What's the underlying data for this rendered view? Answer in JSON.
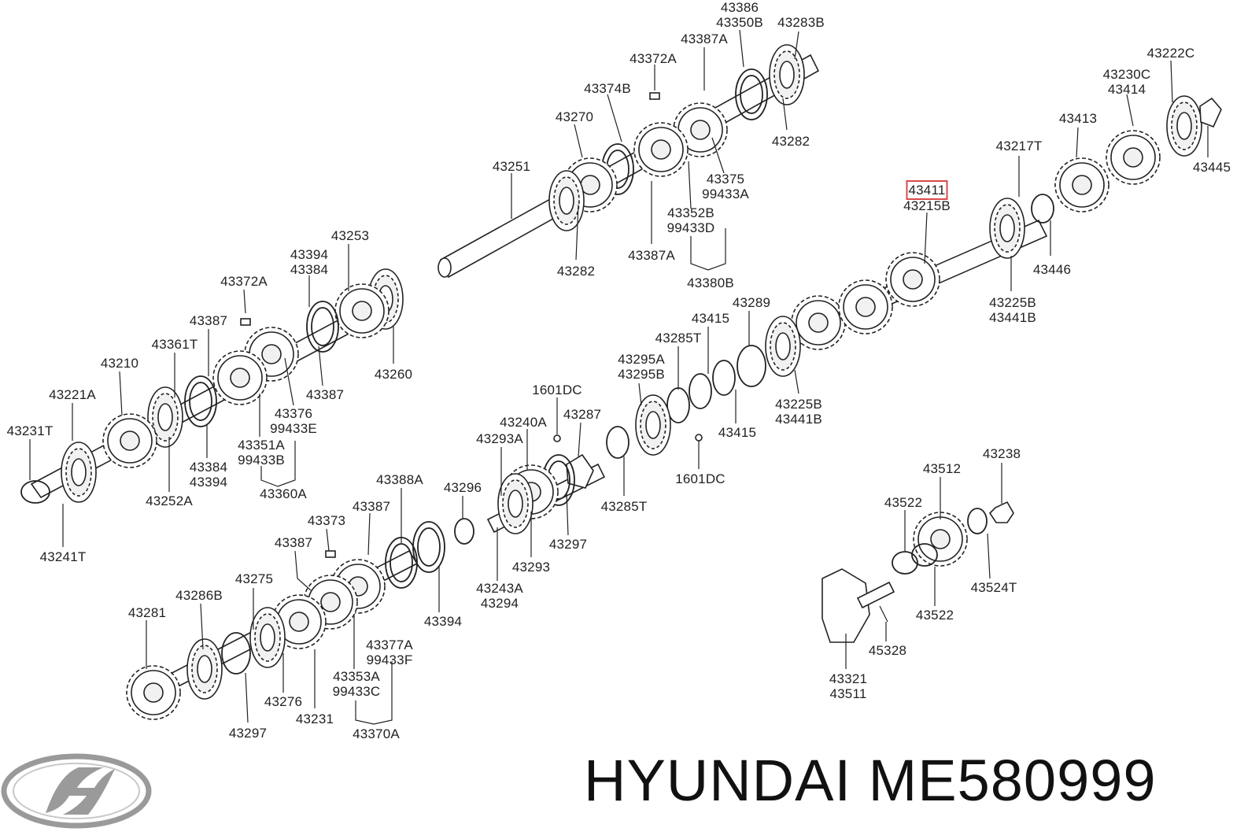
{
  "brand": "HYUNDAI",
  "part_number": "ME580999",
  "logo_icon": "hyundai-logo-icon",
  "highlight_color": "#d94a4a",
  "labels": [
    {
      "id": "l01",
      "lines": [
        "43386",
        "43350B"
      ]
    },
    {
      "id": "l02",
      "lines": [
        "43283B"
      ]
    },
    {
      "id": "l03",
      "lines": [
        "43387A"
      ]
    },
    {
      "id": "l04",
      "lines": [
        "43372A"
      ]
    },
    {
      "id": "l05",
      "lines": [
        "43374B"
      ]
    },
    {
      "id": "l06",
      "lines": [
        "43270"
      ]
    },
    {
      "id": "l07",
      "lines": [
        "43251"
      ]
    },
    {
      "id": "l08",
      "lines": [
        "43282"
      ]
    },
    {
      "id": "l09",
      "lines": [
        "43375",
        "99433A"
      ]
    },
    {
      "id": "l10",
      "lines": [
        "43352B",
        "99433D"
      ]
    },
    {
      "id": "l11",
      "lines": [
        "43387A"
      ]
    },
    {
      "id": "l12",
      "lines": [
        "43282"
      ]
    },
    {
      "id": "l13",
      "lines": [
        "43380B"
      ]
    },
    {
      "id": "l14",
      "lines": [
        "43222C"
      ]
    },
    {
      "id": "l15",
      "lines": [
        "43230C",
        "43414"
      ]
    },
    {
      "id": "l16",
      "lines": [
        "43413"
      ]
    },
    {
      "id": "l17",
      "lines": [
        "43445"
      ]
    },
    {
      "id": "l18",
      "lines": [
        "43217T"
      ]
    },
    {
      "id": "l19",
      "lines": [
        "43411"
      ],
      "highlight": true
    },
    {
      "id": "l20",
      "lines": [
        "43215B"
      ]
    },
    {
      "id": "l21",
      "lines": [
        "43446"
      ]
    },
    {
      "id": "l22",
      "lines": [
        "43225B",
        "43441B"
      ]
    },
    {
      "id": "l23",
      "lines": [
        "43253"
      ]
    },
    {
      "id": "l24",
      "lines": [
        "43394",
        "43384"
      ]
    },
    {
      "id": "l25",
      "lines": [
        "43372A"
      ]
    },
    {
      "id": "l26",
      "lines": [
        "43387"
      ]
    },
    {
      "id": "l27",
      "lines": [
        "43361T"
      ]
    },
    {
      "id": "l28",
      "lines": [
        "43210"
      ]
    },
    {
      "id": "l29",
      "lines": [
        "43221A"
      ]
    },
    {
      "id": "l30",
      "lines": [
        "43231T"
      ]
    },
    {
      "id": "l31",
      "lines": [
        "43241T"
      ]
    },
    {
      "id": "l32",
      "lines": [
        "43252A"
      ]
    },
    {
      "id": "l33",
      "lines": [
        "43384",
        "43394"
      ]
    },
    {
      "id": "l34",
      "lines": [
        "43351A",
        "99433B"
      ]
    },
    {
      "id": "l35",
      "lines": [
        "43360A"
      ]
    },
    {
      "id": "l36",
      "lines": [
        "43376",
        "99433E"
      ]
    },
    {
      "id": "l37",
      "lines": [
        "43387"
      ]
    },
    {
      "id": "l38",
      "lines": [
        "43260"
      ]
    },
    {
      "id": "l39",
      "lines": [
        "43289"
      ]
    },
    {
      "id": "l40",
      "lines": [
        "43415"
      ]
    },
    {
      "id": "l41",
      "lines": [
        "43285T"
      ]
    },
    {
      "id": "l42",
      "lines": [
        "43295A",
        "43295B"
      ]
    },
    {
      "id": "l43",
      "lines": [
        "43225B",
        "43441B"
      ]
    },
    {
      "id": "l44",
      "lines": [
        "43415"
      ]
    },
    {
      "id": "l45",
      "lines": [
        "1601DC"
      ]
    },
    {
      "id": "l46",
      "lines": [
        "43287"
      ]
    },
    {
      "id": "l47",
      "lines": [
        "43240A"
      ]
    },
    {
      "id": "l48",
      "lines": [
        "43293A"
      ]
    },
    {
      "id": "l49",
      "lines": [
        "1601DC"
      ]
    },
    {
      "id": "l50",
      "lines": [
        "43285T"
      ]
    },
    {
      "id": "l51",
      "lines": [
        "43296"
      ]
    },
    {
      "id": "l52",
      "lines": [
        "43297"
      ]
    },
    {
      "id": "l53",
      "lines": [
        "43293"
      ]
    },
    {
      "id": "l54",
      "lines": [
        "43243A",
        "43294"
      ]
    },
    {
      "id": "l55",
      "lines": [
        "43388A"
      ]
    },
    {
      "id": "l56",
      "lines": [
        "43387"
      ]
    },
    {
      "id": "l57",
      "lines": [
        "43373"
      ]
    },
    {
      "id": "l58",
      "lines": [
        "43387"
      ]
    },
    {
      "id": "l59",
      "lines": [
        "43275"
      ]
    },
    {
      "id": "l60",
      "lines": [
        "43286B"
      ]
    },
    {
      "id": "l61",
      "lines": [
        "43281"
      ]
    },
    {
      "id": "l62",
      "lines": [
        "43276"
      ]
    },
    {
      "id": "l63",
      "lines": [
        "43297"
      ]
    },
    {
      "id": "l64",
      "lines": [
        "43231"
      ]
    },
    {
      "id": "l65",
      "lines": [
        "43353A",
        "99433C"
      ]
    },
    {
      "id": "l66",
      "lines": [
        "43377A",
        "99433F"
      ]
    },
    {
      "id": "l67",
      "lines": [
        "43370A"
      ]
    },
    {
      "id": "l68",
      "lines": [
        "43394"
      ]
    },
    {
      "id": "l69",
      "lines": [
        "43238"
      ]
    },
    {
      "id": "l70",
      "lines": [
        "43512"
      ]
    },
    {
      "id": "l71",
      "lines": [
        "43522"
      ]
    },
    {
      "id": "l72",
      "lines": [
        "43524T"
      ]
    },
    {
      "id": "l73",
      "lines": [
        "43522"
      ]
    },
    {
      "id": "l74",
      "lines": [
        "45328"
      ]
    },
    {
      "id": "l75",
      "lines": [
        "43321",
        "43511"
      ]
    }
  ]
}
